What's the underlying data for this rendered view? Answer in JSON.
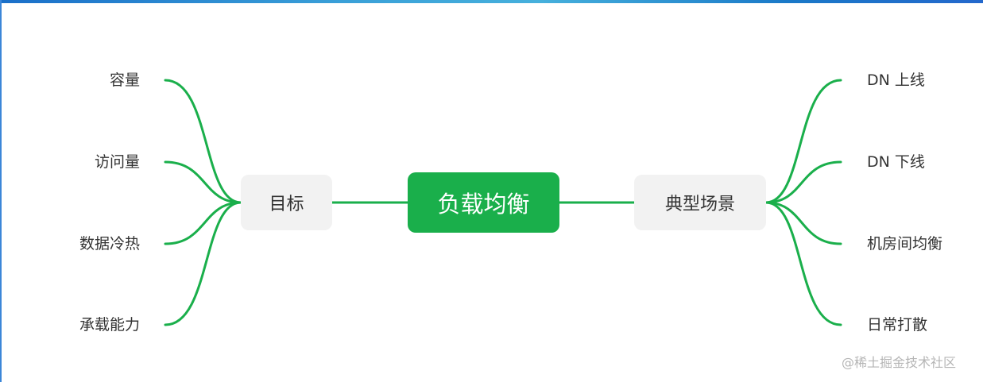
{
  "diagram": {
    "type": "mindmap",
    "root": {
      "label": "负载均衡"
    },
    "branches": [
      {
        "label": "目标",
        "side": "left",
        "children": [
          "容量",
          "访问量",
          "数据冷热",
          "承载能力"
        ]
      },
      {
        "label": "典型场景",
        "side": "right",
        "children": [
          "DN 上线",
          "DN 下线",
          "机房间均衡",
          "日常打散"
        ]
      }
    ]
  },
  "watermark": "@稀土掘金技术社区",
  "colors": {
    "root_fill": "#1aaf4b",
    "link": "#1aaf4b",
    "branch_fill": "#f2f2f2",
    "text": "#333333",
    "top_bar": "#2a8fd4"
  }
}
